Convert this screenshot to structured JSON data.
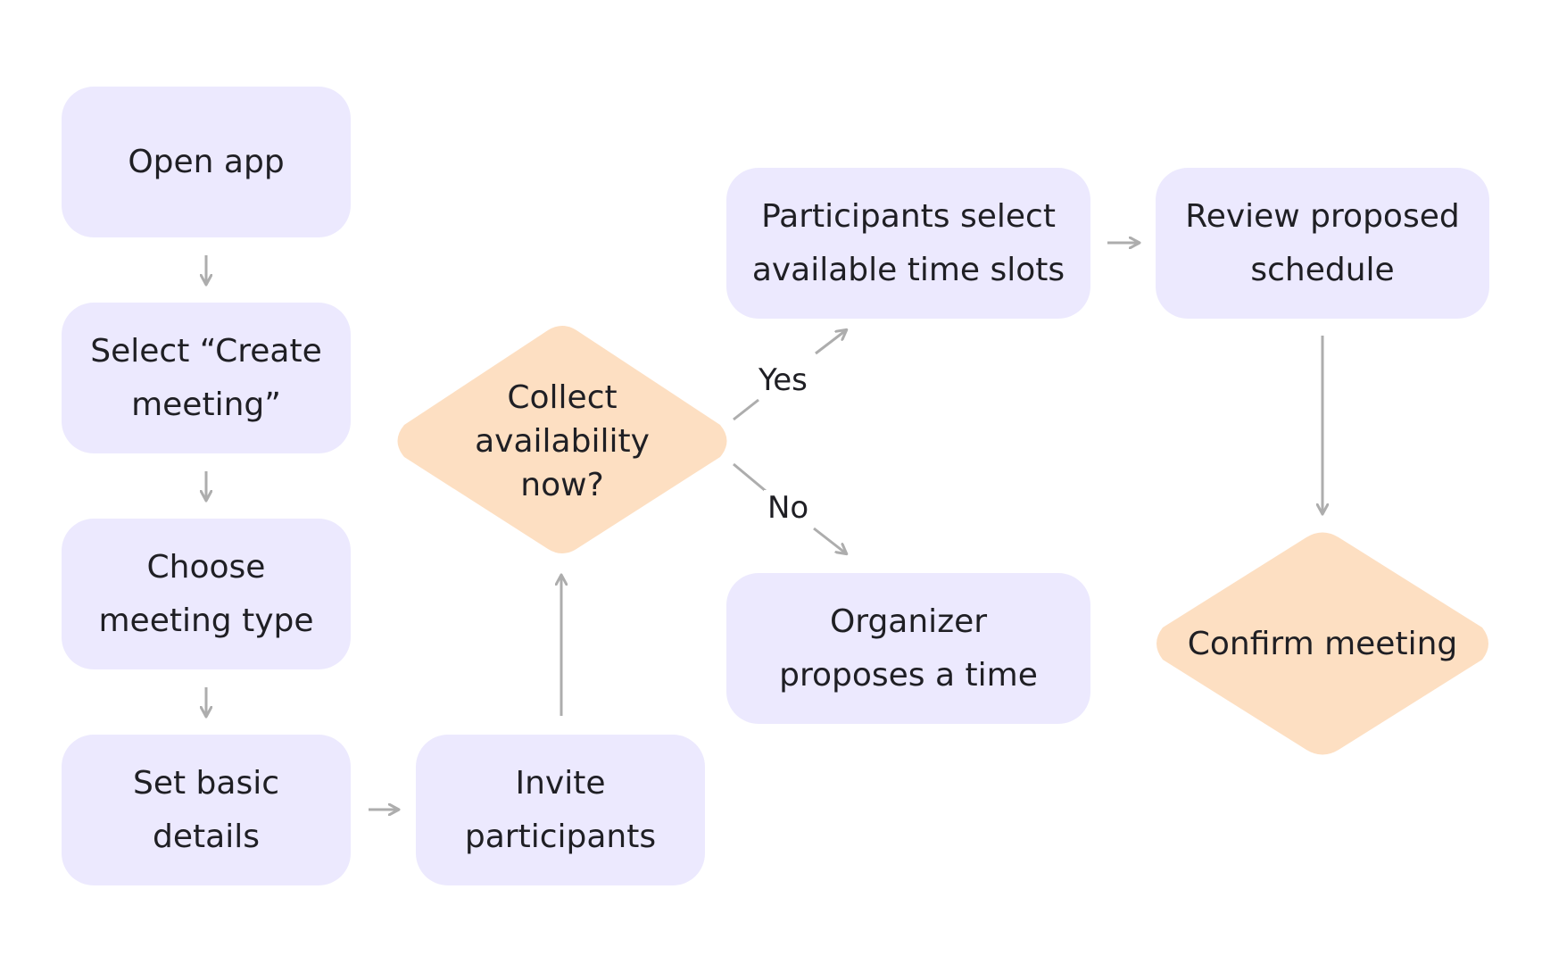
{
  "diagram": {
    "nodes": {
      "open_app": [
        "Open app"
      ],
      "select_create": [
        "Select “Create",
        "meeting”"
      ],
      "choose_type": [
        "Choose",
        "meeting type"
      ],
      "set_details": [
        "Set basic",
        "details"
      ],
      "invite": [
        "Invite",
        "participants"
      ],
      "collect": [
        "Collect",
        "availability",
        "now?"
      ],
      "participants_select": [
        "Participants select",
        "available time slots"
      ],
      "organizer_proposes": [
        "Organizer",
        "proposes a time"
      ],
      "review": [
        "Review proposed",
        "schedule"
      ],
      "confirm": [
        "Confirm meeting"
      ]
    },
    "edge_labels": {
      "yes": "Yes",
      "no": "No"
    }
  },
  "colors": {
    "process_fill": "#ECE9FE",
    "decision_fill": "#FDDFC2",
    "connector": "#ADADAD",
    "text": "#1F1F24"
  }
}
